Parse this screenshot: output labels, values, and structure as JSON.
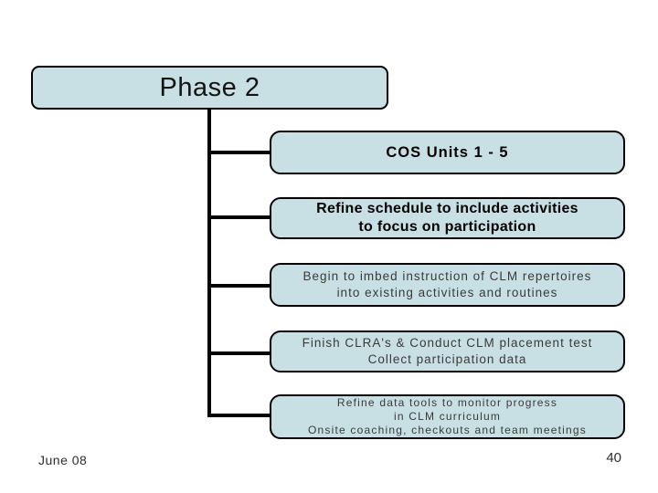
{
  "colors": {
    "background": "#ffffff",
    "box_fill": "#c8e0e4",
    "box_border": "#000000",
    "connector": "#000000",
    "title_text": "#141414",
    "task_text_strong": "#000000",
    "task_text_light": "#3a3a3a",
    "footer_text": "#2e2e2e"
  },
  "title": {
    "label": "Phase 2"
  },
  "diagram": {
    "tasks": [
      {
        "lines": [
          "COS Units 1 - 5"
        ]
      },
      {
        "lines": [
          "Refine schedule to include activities",
          "to focus on participation"
        ]
      },
      {
        "lines": [
          "Begin to imbed instruction of CLM repertoires",
          "into existing activities and routines"
        ]
      },
      {
        "lines": [
          "Finish CLRA's & Conduct CLM placement test",
          "Collect participation data"
        ]
      },
      {
        "lines": [
          "Refine data tools to monitor progress",
          "in CLM curriculum",
          "Onsite coaching, checkouts and team meetings"
        ]
      }
    ]
  },
  "footer": {
    "date": "June 08",
    "page_number": "40"
  }
}
